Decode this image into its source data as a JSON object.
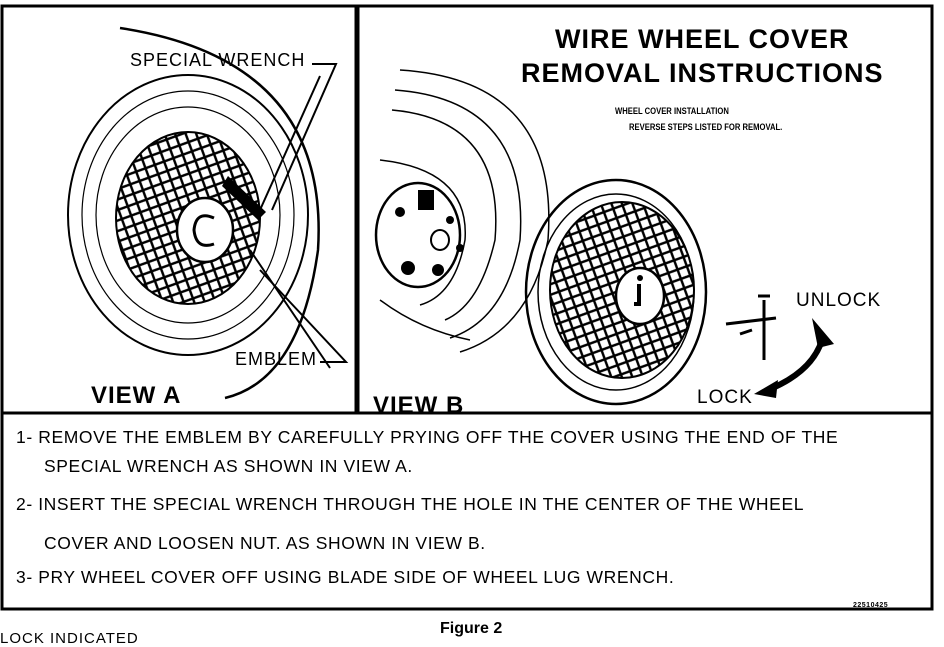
{
  "header": {
    "title_line1": "WIRE WHEEL COVER",
    "title_line2": "REMOVAL INSTRUCTIONS",
    "note_line1": "WHEEL COVER INSTALLATION",
    "note_line2": "REVERSE STEPS LISTED FOR REMOVAL."
  },
  "view_a": {
    "label": "VIEW A",
    "callout_wrench": "SPECIAL WRENCH",
    "callout_emblem": "EMBLEM"
  },
  "view_b": {
    "label": "VIEW B",
    "unlock": "UNLOCK",
    "lock": "LOCK"
  },
  "steps": {
    "s1_line1": "1- REMOVE THE EMBLEM BY CAREFULLY PRYING OFF THE COVER USING THE END OF THE",
    "s1_line2": "SPECIAL WRENCH AS SHOWN IN VIEW A.",
    "s2_line1": "2- INSERT THE SPECIAL WRENCH THROUGH THE HOLE IN THE CENTER OF THE WHEEL",
    "s2_line2": "COVER AND LOOSEN NUT.  AS SHOWN IN VIEW B.",
    "s3_line1": "3- PRY WHEEL COVER OFF USING BLADE SIDE OF WHEEL LUG WRENCH."
  },
  "footer": {
    "part_code": "22510425",
    "caption": "Figure 2",
    "cut_text": "LOCK INDICATED"
  }
}
